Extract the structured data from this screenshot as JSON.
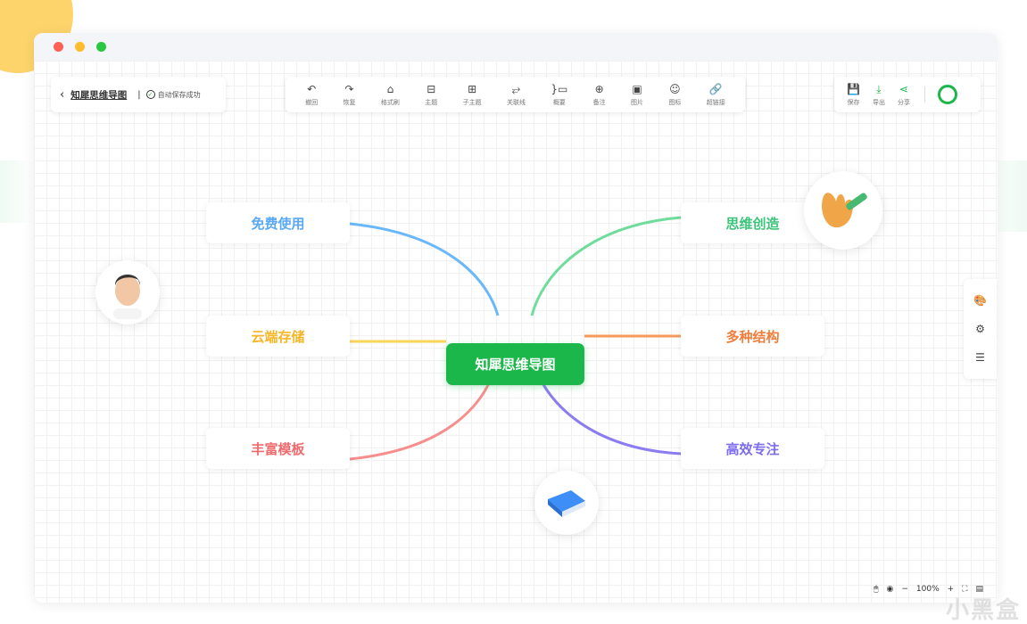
{
  "window": {
    "dots": [
      "#fe5f57",
      "#febc2e",
      "#28c840"
    ]
  },
  "file": {
    "back": "‹",
    "name": "知犀思维导图",
    "separator": "|",
    "status": "自动保存成功"
  },
  "toolbar": [
    {
      "icon": "↶",
      "label": "撤回",
      "name": "undo"
    },
    {
      "icon": "↷",
      "label": "恢复",
      "name": "redo"
    },
    {
      "icon": "⌂",
      "label": "格式刷",
      "name": "format-painter"
    },
    {
      "icon": "⊟",
      "label": "主题",
      "name": "topic"
    },
    {
      "icon": "⊞",
      "label": "子主题",
      "name": "subtopic"
    },
    {
      "icon": "⥂",
      "label": "关联线",
      "name": "relation-line"
    },
    {
      "icon": "}▭",
      "label": "概要",
      "name": "summary"
    },
    {
      "icon": "⊕",
      "label": "备注",
      "name": "note"
    },
    {
      "icon": "▣",
      "label": "图片",
      "name": "image"
    },
    {
      "icon": "☺",
      "label": "图标",
      "name": "icon"
    },
    {
      "icon": "🔗",
      "label": "超链接",
      "name": "hyperlink"
    }
  ],
  "actions": [
    {
      "icon": "💾",
      "label": "保存",
      "name": "save"
    },
    {
      "icon": "⤓",
      "label": "导出",
      "name": "export"
    },
    {
      "icon": "⋖",
      "label": "分享",
      "name": "share"
    }
  ],
  "side": [
    "🎨",
    "⚙",
    "☰"
  ],
  "mindmap": {
    "center": "知犀思维导图",
    "left": [
      {
        "label": "免费使用",
        "color": "#5aa9f5",
        "line": "#6ab8fa"
      },
      {
        "label": "云端存储",
        "color": "#f6b626",
        "line": "#fdd35a"
      },
      {
        "label": "丰富模板",
        "color": "#ef6b6e",
        "line": "#f78d8d"
      }
    ],
    "right": [
      {
        "label": "思维创造",
        "color": "#3cc47a",
        "line": "#6fdc9b"
      },
      {
        "label": "多种结构",
        "color": "#ef7e3c",
        "line": "#f59a5a"
      },
      {
        "label": "高效专注",
        "color": "#7b6cf0",
        "line": "#8b7cf2"
      }
    ]
  },
  "zoom": {
    "minus": "−",
    "value": "100%",
    "plus": "+"
  },
  "watermark": "小黑盒"
}
